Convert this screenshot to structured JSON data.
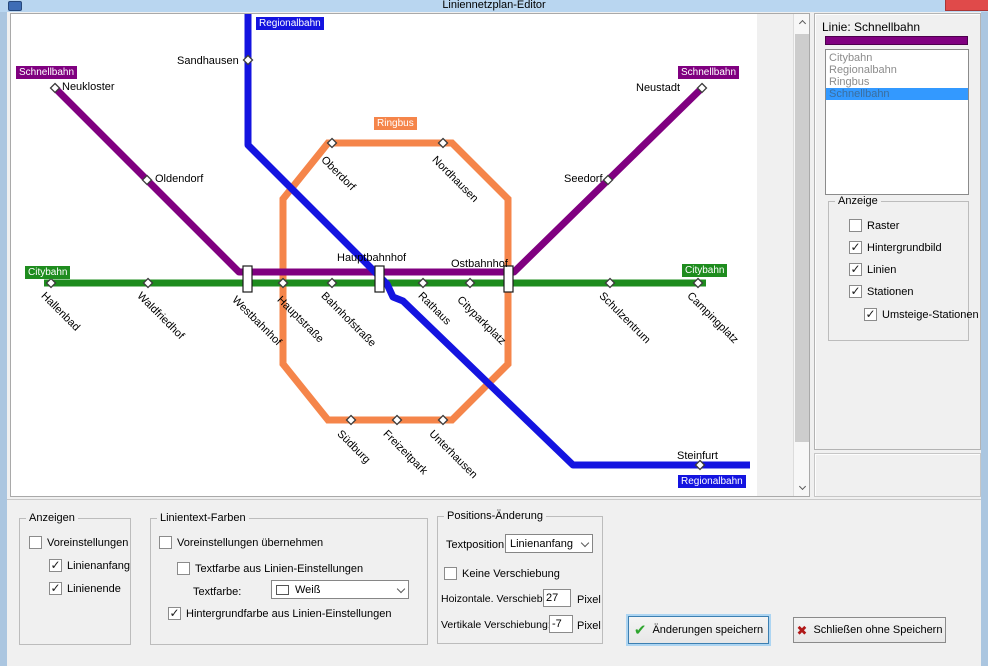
{
  "titlebar": {
    "title": "Liniennetzplan-Editor"
  },
  "map": {
    "badges": {
      "schnellbahn_tl": "Schnellbahn",
      "regionalbahn_top": "Regionalbahn",
      "ringbus": "Ringbus",
      "schnellbahn_tr": "Schnellbahn",
      "citybahn_left": "Citybahn",
      "citybahn_right": "Citybahn",
      "regionalbahn_bottom": "Regionalbahn"
    },
    "stations": {
      "neukloster": "Neukloster",
      "sandhausen": "Sandhausen",
      "oldendorf": "Oldendorf",
      "oberdorf": "Oberdorf",
      "nordhausen": "Nordhausen",
      "seedorf": "Seedorf",
      "neustadt": "Neustadt",
      "hauptbahnhof": "Hauptbahnhof",
      "ostbahnhof": "Ostbahnhof",
      "hallenbad": "Hallenbad",
      "waldfriedhof": "Waldfriedhof",
      "westbahnhof": "Westbahnhof",
      "hauptstrasse": "Hauptstraße",
      "bahnhofstrasse": "Bahnhofstraße",
      "rathaus": "Rathaus",
      "cityparkplatz": "Cityparkplatz",
      "schulzentrum": "Schulzentrum",
      "campingplatz": "Campingplatz",
      "suedburg": "Südburg",
      "freizeitpark": "Freizeitpark",
      "unterhausen": "Unterhausen",
      "steinfurt": "Steinfurt"
    },
    "line_colors": {
      "schnellbahn": "#800080",
      "regionalbahn": "#1414E0",
      "ringbus": "#F5854A",
      "citybahn": "#1E8C1E"
    }
  },
  "side_panel": {
    "title": "Linie: Schnellbahn",
    "lines": [
      "Citybahn",
      "Regionalbahn",
      "Ringbus",
      "Schnellbahn"
    ],
    "selected_line": "Schnellbahn",
    "anzeige": {
      "label": "Anzeige",
      "raster": {
        "label": "Raster",
        "check": ""
      },
      "hintergrundbild": {
        "label": "Hintergrundbild",
        "check": "✓"
      },
      "linien": {
        "label": "Linien",
        "check": "✓"
      },
      "stationen": {
        "label": "Stationen",
        "check": "✓"
      },
      "umsteige": {
        "label": "Umsteige-Stationen",
        "check": "✓"
      }
    }
  },
  "anzeigen_group": {
    "label": "Anzeigen",
    "voreinstellungen": {
      "label": "Voreinstellungen",
      "check": ""
    },
    "linienanfang": {
      "label": "Linienanfang",
      "check": "✓"
    },
    "linienende": {
      "label": "Linienende",
      "check": "✓"
    }
  },
  "linientext_group": {
    "label": "Linientext-Farben",
    "voreinstellungen": {
      "label": "Voreinstellungen übernehmen",
      "check": ""
    },
    "textfarbe_aus": {
      "label": "Textfarbe aus Linien-Einstellungen",
      "check": ""
    },
    "textfarbe_label": "Textfarbe:",
    "textfarbe_value": "Weiß",
    "hintergrund": {
      "label": "Hintergrundfarbe aus Linien-Einstellungen",
      "check": "✓"
    }
  },
  "position_group": {
    "label": "Positions-Änderung",
    "textposition_label": "Textposition:",
    "textposition_value": "Linienanfang",
    "keine": {
      "label": "Keine Verschiebung",
      "check": ""
    },
    "horizontal_label": "Hoizontale. Verschiebung:",
    "horizontal_value": "27",
    "vertical_label": "Vertikale Verschiebung:",
    "vertical_value": "-7",
    "pixel": "Pixel"
  },
  "buttons": {
    "save": "Änderungen speichern",
    "close_nosave": "Schließen ohne Speichern"
  }
}
